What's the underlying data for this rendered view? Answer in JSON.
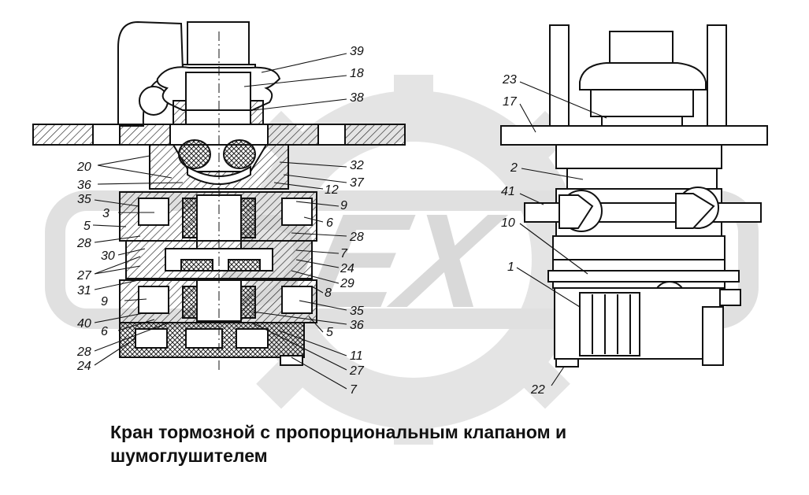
{
  "caption": {
    "line1": "Кран тормозной с пропорциональным клапаном и",
    "line2": "шумоглушителем"
  },
  "watermark": {
    "text": "DEX",
    "color": "#d9d9d9"
  },
  "colors": {
    "ink": "#111111",
    "hatch": "#222222",
    "background": "#ffffff"
  },
  "callouts_left": [
    "39",
    "18",
    "38",
    "20",
    "32",
    "36",
    "37",
    "12",
    "35",
    "9",
    "3",
    "6",
    "5",
    "28",
    "28",
    "30",
    "7",
    "27",
    "24",
    "31",
    "29",
    "9",
    "8",
    "40",
    "35",
    "6",
    "5",
    "36",
    "28",
    "11",
    "24",
    "27",
    "7"
  ],
  "callouts_right": [
    "23",
    "17",
    "2",
    "41",
    "10",
    "1",
    "22"
  ]
}
